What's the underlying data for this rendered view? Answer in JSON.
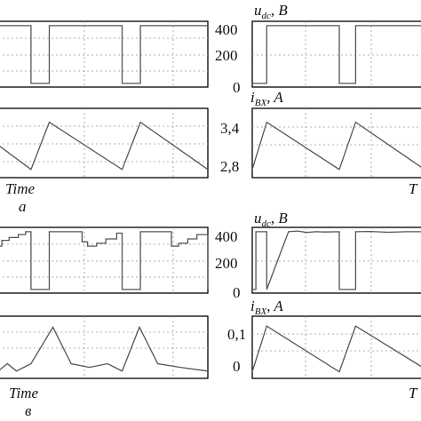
{
  "chart_data": [
    {
      "panel": "a-left-voltage",
      "type": "line",
      "title": "",
      "xlabel": "",
      "ylabel": "",
      "grid": true,
      "x": [
        0,
        36,
        36,
        56,
        56,
        136,
        136,
        156,
        156,
        230
      ],
      "y": [
        400,
        400,
        0,
        0,
        400,
        400,
        0,
        0,
        400,
        400
      ],
      "xlim": [
        0,
        230
      ],
      "ylim": [
        -25,
        430
      ],
      "yticks": []
    },
    {
      "panel": "a-left-current",
      "type": "line",
      "title": "",
      "xlabel": "Time",
      "ylabel": "",
      "grid": true,
      "x": [
        0,
        36,
        56,
        136,
        156,
        230
      ],
      "y": [
        3.1,
        2.8,
        3.38,
        2.8,
        3.38,
        2.8
      ],
      "xlim": [
        0,
        230
      ],
      "ylim": [
        2.7,
        3.55
      ],
      "yticks": []
    },
    {
      "panel": "a-right-voltage",
      "type": "line",
      "title": "u_dc, B",
      "xlabel": "",
      "ylabel": "",
      "grid": true,
      "x": [
        0,
        16,
        16,
        96,
        96,
        114,
        114,
        190
      ],
      "y": [
        0,
        0,
        400,
        400,
        0,
        0,
        400,
        400
      ],
      "xlim": [
        0,
        190
      ],
      "ylim": [
        -25,
        430
      ],
      "yticks": [
        "400",
        "200",
        "0"
      ],
      "ytick_values": [
        400,
        200,
        0
      ]
    },
    {
      "panel": "a-right-current",
      "type": "line",
      "title": "i_BX, A",
      "xlabel": "",
      "ylabel": "",
      "grid": true,
      "x": [
        0,
        16,
        96,
        114,
        190
      ],
      "y": [
        2.8,
        3.38,
        2.8,
        3.38,
        2.8
      ],
      "xlim": [
        0,
        190
      ],
      "ylim": [
        2.7,
        3.55
      ],
      "yticks": [
        "3,4",
        "2,8"
      ],
      "ytick_values": [
        3.4,
        2.8
      ]
    },
    {
      "panel": "b-left-voltage",
      "type": "line",
      "title": "",
      "xlabel": "",
      "ylabel": "",
      "grid": true,
      "x": [
        0,
        4,
        4,
        12,
        12,
        22,
        22,
        30,
        30,
        36,
        36,
        56,
        56,
        92,
        92,
        98,
        98,
        108,
        108,
        118,
        118,
        130,
        130,
        136,
        136,
        156,
        156,
        190,
        190,
        198,
        198,
        208,
        208,
        218,
        218,
        230,
        230
      ],
      "y": [
        300,
        300,
        340,
        340,
        360,
        360,
        380,
        380,
        400,
        400,
        0,
        0,
        400,
        400,
        330,
        330,
        300,
        300,
        320,
        320,
        350,
        350,
        390,
        390,
        0,
        0,
        400,
        400,
        300,
        300,
        320,
        320,
        350,
        350,
        380,
        380,
        0
      ],
      "xlim": [
        0,
        230
      ],
      "ylim": [
        -25,
        430
      ],
      "yticks": []
    },
    {
      "panel": "b-left-current",
      "type": "line",
      "title": "",
      "xlabel": "Time",
      "ylabel": "",
      "grid": true,
      "x": [
        0,
        10,
        20,
        36,
        60,
        80,
        100,
        120,
        136,
        155,
        175,
        200,
        230
      ],
      "y": [
        0.0,
        0.02,
        0.0,
        0.02,
        0.12,
        0.02,
        0.01,
        0.02,
        0.0,
        0.12,
        0.02,
        0.01,
        0.0
      ],
      "xlim": [
        0,
        230
      ],
      "ylim": [
        -0.02,
        0.15
      ],
      "yticks": []
    },
    {
      "panel": "b-right-voltage",
      "type": "line",
      "title": "u_dc, B",
      "xlabel": "",
      "ylabel": "",
      "grid": true,
      "x": [
        0,
        4,
        4,
        16,
        16,
        40,
        50,
        60,
        70,
        80,
        96,
        96,
        114,
        114,
        130,
        150,
        170,
        190
      ],
      "y": [
        0,
        0,
        400,
        400,
        0,
        400,
        405,
        395,
        400,
        398,
        400,
        0,
        0,
        400,
        402,
        396,
        400,
        400
      ],
      "xlim": [
        0,
        190
      ],
      "ylim": [
        -25,
        430
      ],
      "yticks": [
        "400",
        "200",
        "0"
      ],
      "ytick_values": [
        400,
        200,
        0
      ]
    },
    {
      "panel": "b-right-current",
      "type": "line",
      "title": "i_BX, A",
      "xlabel": "",
      "ylabel": "",
      "grid": true,
      "x": [
        0,
        16,
        96,
        114,
        190
      ],
      "y": [
        -0.01,
        0.13,
        -0.01,
        0.13,
        0.0
      ],
      "xlim": [
        0,
        190
      ],
      "ylim": [
        -0.03,
        0.16
      ],
      "yticks": [
        "0,1",
        "0"
      ],
      "ytick_values": [
        0.1,
        0.0
      ]
    }
  ],
  "labels": {
    "time_top": "Time",
    "time_bottom": "Time",
    "sub_a": "a",
    "sub_b": "в",
    "time_cut_top": "T",
    "time_cut_bottom": "T"
  }
}
